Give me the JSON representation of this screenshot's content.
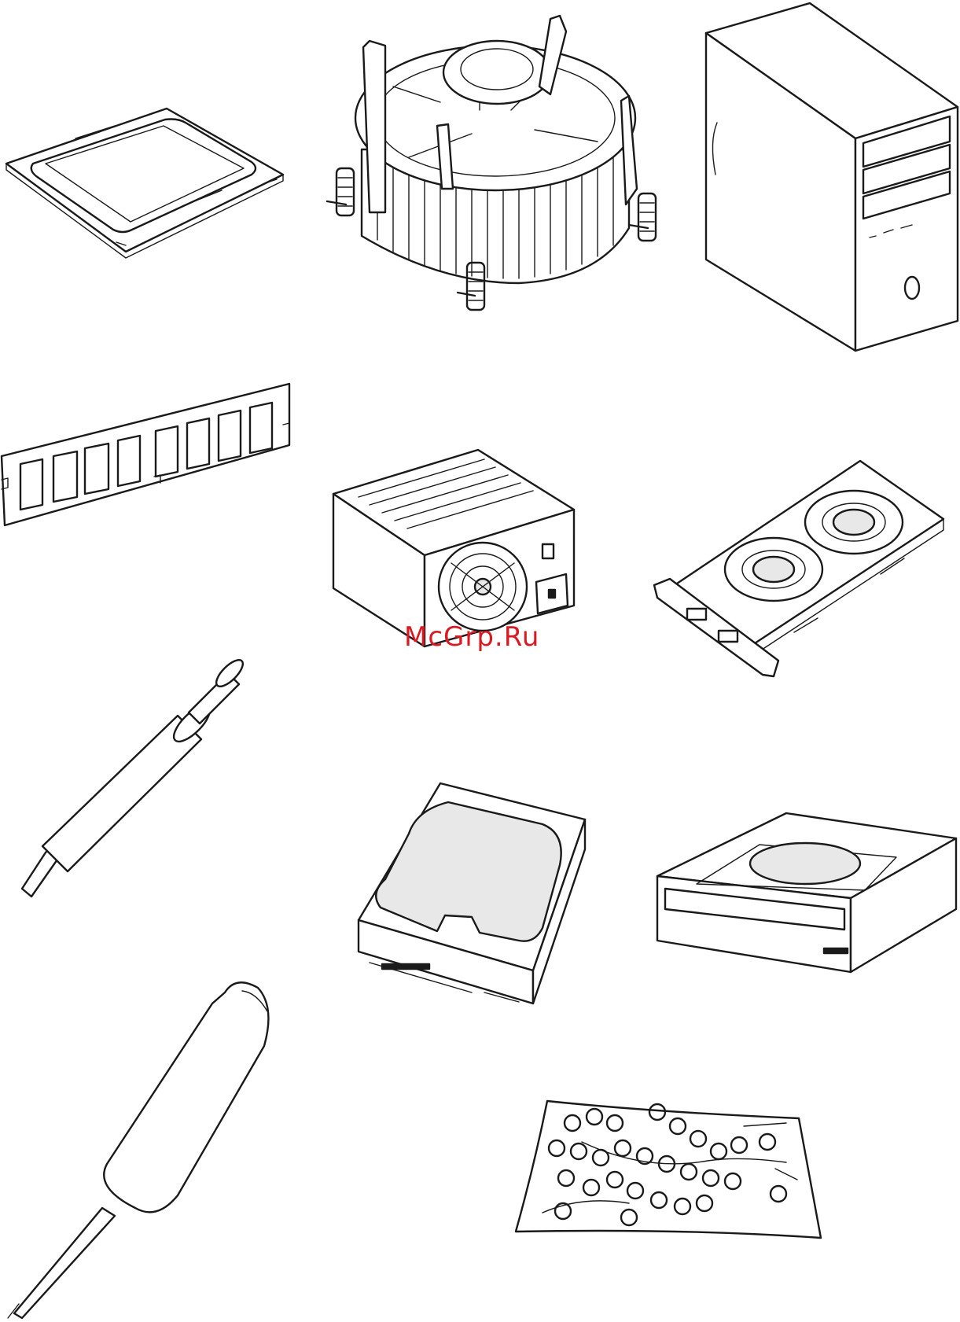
{
  "watermark": {
    "text": "McGrp.Ru",
    "color": "#d91a22"
  },
  "items": [
    {
      "id": "cpu",
      "icon": "cpu-processor-icon"
    },
    {
      "id": "cooler",
      "icon": "cpu-cooler-fan-icon"
    },
    {
      "id": "case",
      "icon": "computer-case-icon"
    },
    {
      "id": "memory",
      "icon": "memory-module-icon"
    },
    {
      "id": "psu",
      "icon": "power-supply-icon"
    },
    {
      "id": "graphics-card",
      "icon": "graphics-card-icon"
    },
    {
      "id": "thermal-paste",
      "icon": "thermal-paste-syringe-icon"
    },
    {
      "id": "hard-drive",
      "icon": "hard-disk-drive-icon"
    },
    {
      "id": "optical-drive",
      "icon": "optical-drive-icon"
    },
    {
      "id": "screwdriver",
      "icon": "screwdriver-icon"
    },
    {
      "id": "screws",
      "icon": "screws-bag-icon"
    }
  ]
}
